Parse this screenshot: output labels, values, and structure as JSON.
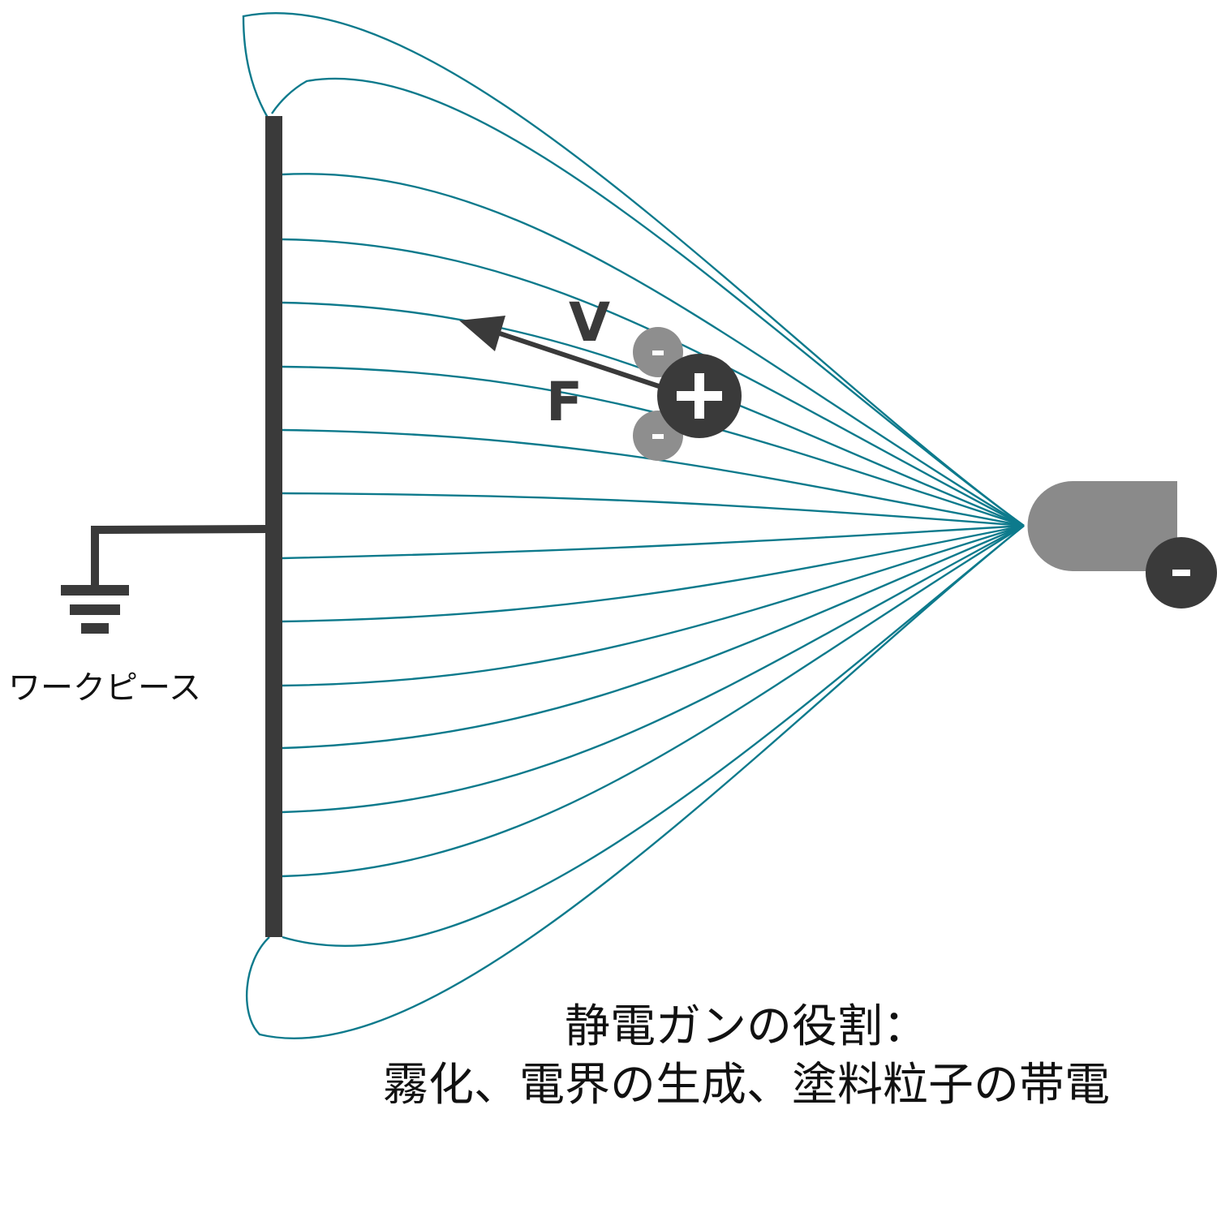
{
  "colors": {
    "field_line": "#0d7a8c",
    "dark": "#3a3a3a",
    "gun_gray": "#8a8a8a",
    "minus_gray": "#8e8e8e",
    "background": "#ffffff"
  },
  "labels": {
    "workpiece": "ワークピース",
    "velocity": "V",
    "force": "F",
    "positive_charge": "+",
    "negative_charge": "-",
    "gun_charge": "-"
  },
  "caption": {
    "line1": "静電ガンの役割：",
    "line2": "霧化、電界の生成、塗料粒子の帯電"
  },
  "icons": {
    "ground": "ground-symbol-icon",
    "arrow": "force-arrow-icon"
  }
}
